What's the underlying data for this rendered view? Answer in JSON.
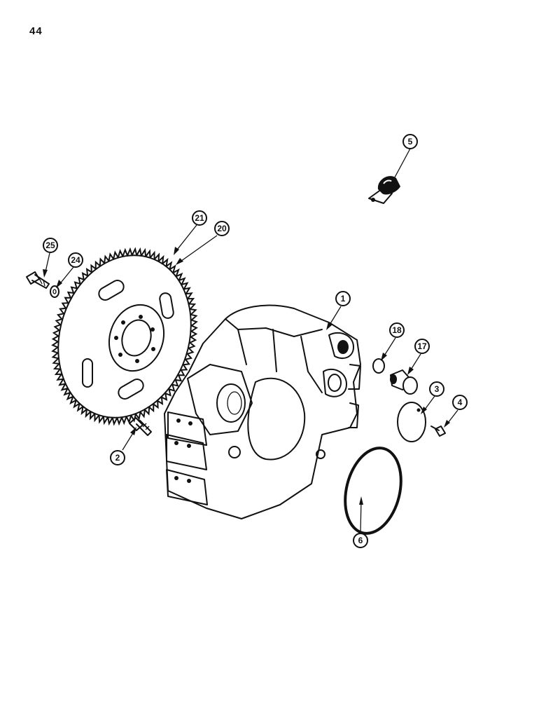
{
  "page": {
    "number": "44"
  },
  "callouts": [
    {
      "id": "1",
      "label": "1"
    },
    {
      "id": "2",
      "label": "2"
    },
    {
      "id": "3",
      "label": "3"
    },
    {
      "id": "4",
      "label": "4"
    },
    {
      "id": "5",
      "label": "5"
    },
    {
      "id": "6",
      "label": "6"
    },
    {
      "id": "17",
      "label": "17"
    },
    {
      "id": "18",
      "label": "18"
    },
    {
      "id": "20",
      "label": "20"
    },
    {
      "id": "21",
      "label": "21"
    },
    {
      "id": "24",
      "label": "24"
    },
    {
      "id": "25",
      "label": "25"
    }
  ]
}
